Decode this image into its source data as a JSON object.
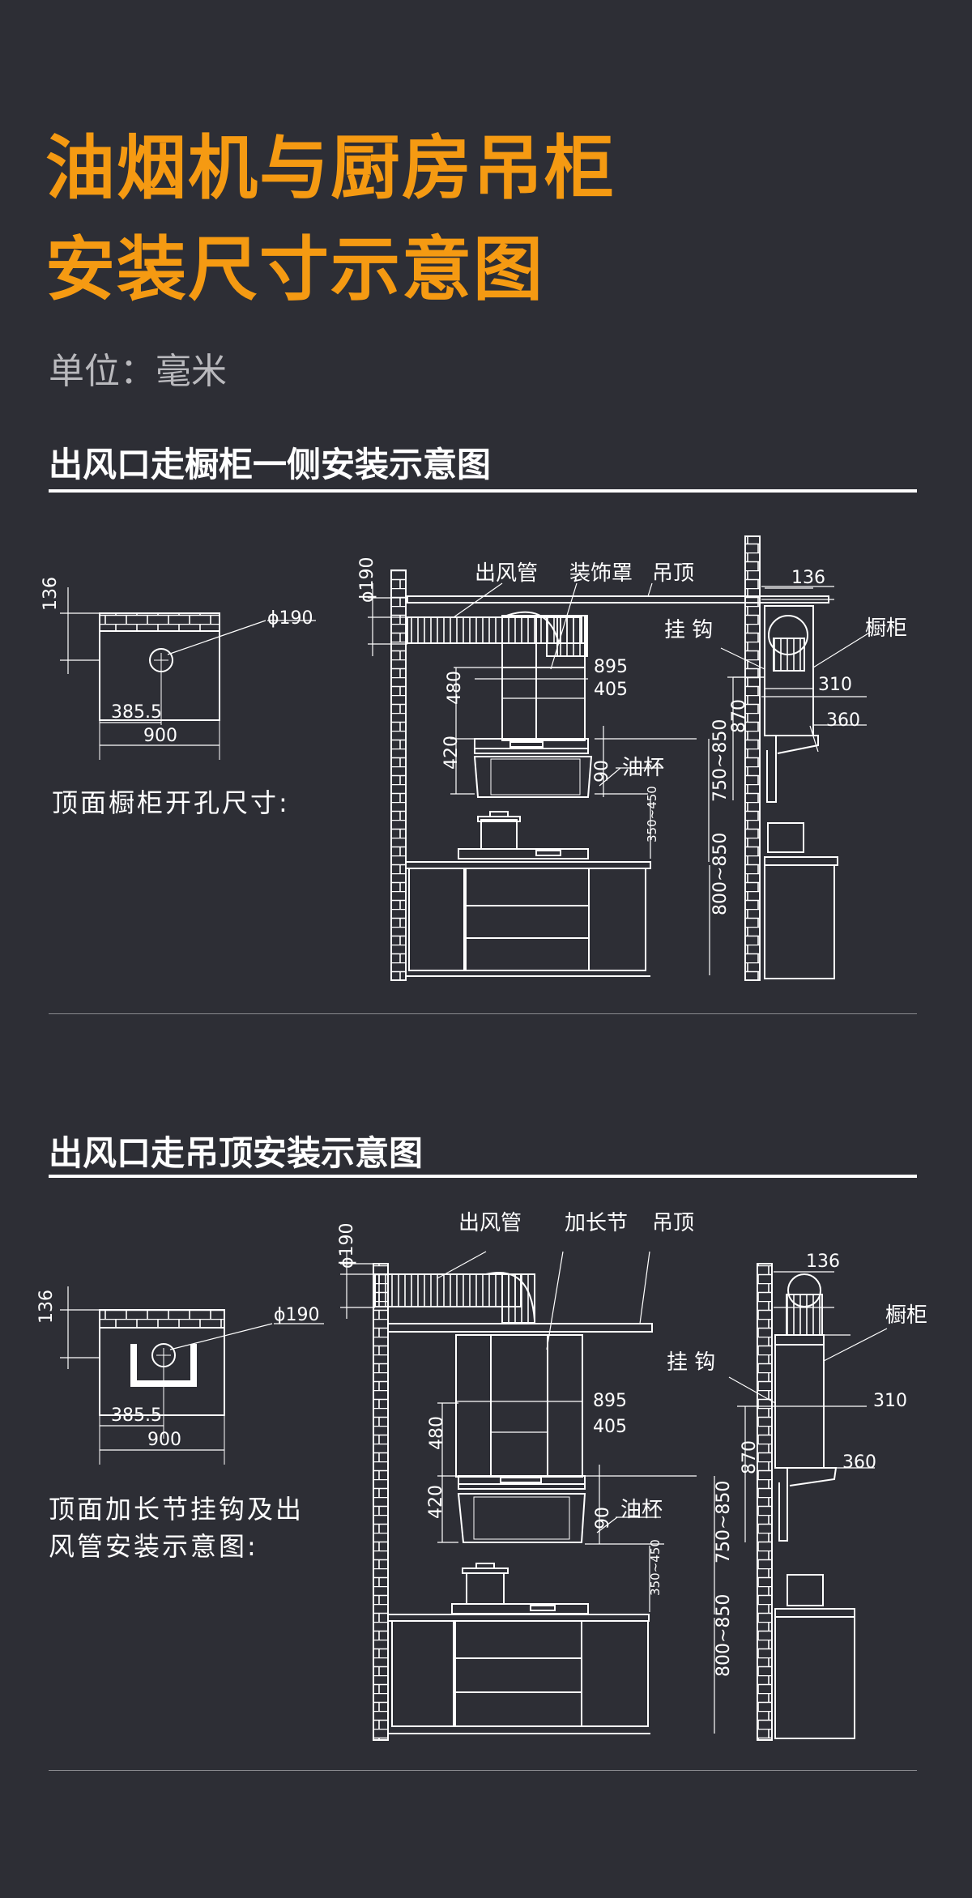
{
  "title": {
    "line1": "油烟机与厨房吊柜",
    "line2": "安装尺寸示意图"
  },
  "unit": "单位：毫米",
  "section1": {
    "heading": "出风口走橱柜一侧安装示意图",
    "caption": "顶面橱柜开孔尺寸:",
    "labels": {
      "duct": "出风管",
      "cover": "装饰罩",
      "ceiling": "吊顶",
      "hook": "挂 钩",
      "cabinet": "橱柜",
      "oil_cup": "油杯",
      "d136": "136",
      "phi190": "ϕ190",
      "d3855": "385.5",
      "d900": "900",
      "d895": "895",
      "d405": "405",
      "d480": "480",
      "d420": "420",
      "d90": "90",
      "d350450": "350~450",
      "d750850": "750~850",
      "d800850": "800~850",
      "d870": "870",
      "d310": "310",
      "d360": "360"
    }
  },
  "section2": {
    "heading": "出风口走吊顶安装示意图",
    "caption_line1": "顶面加长节挂钩及出",
    "caption_line2": "风管安装示意图:",
    "labels": {
      "duct": "出风管",
      "extension": "加长节",
      "ceiling": "吊顶",
      "hook": "挂 钩",
      "cabinet": "橱柜",
      "oil_cup": "油杯",
      "d136": "136",
      "phi190": "ϕ190",
      "d3855": "385.5",
      "d900": "900",
      "d895": "895",
      "d405": "405",
      "d480": "480",
      "d420": "420",
      "d90": "90",
      "d350450": "350~450",
      "d750850": "750~850",
      "d800850": "800~850",
      "d870": "870",
      "d310": "310",
      "d360": "360"
    }
  },
  "colors": {
    "background": "#2d2e35",
    "accent": "#f59a12",
    "line": "#ffffff"
  }
}
